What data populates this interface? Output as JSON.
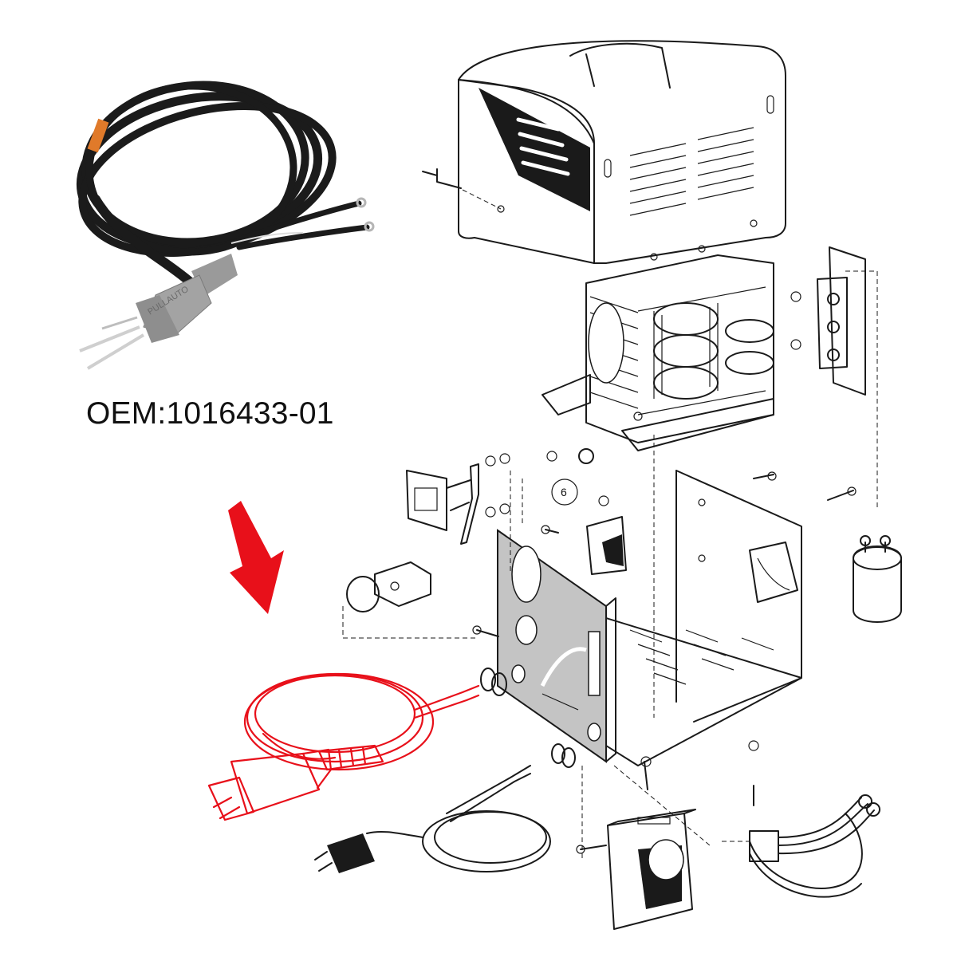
{
  "product": {
    "oem_label": "OEM:1016433-01",
    "cord_print": "PULLAUTO"
  },
  "diagram": {
    "callout_number": "6"
  },
  "colors": {
    "highlight": "#e8101a",
    "line": "#1a1a1a",
    "plate_gray": "#c4c4c4",
    "cord_black": "#1b1b1b",
    "plug_gray": "#9a9a9a"
  },
  "icons": {
    "pointer": "down-left-arrow-icon"
  }
}
